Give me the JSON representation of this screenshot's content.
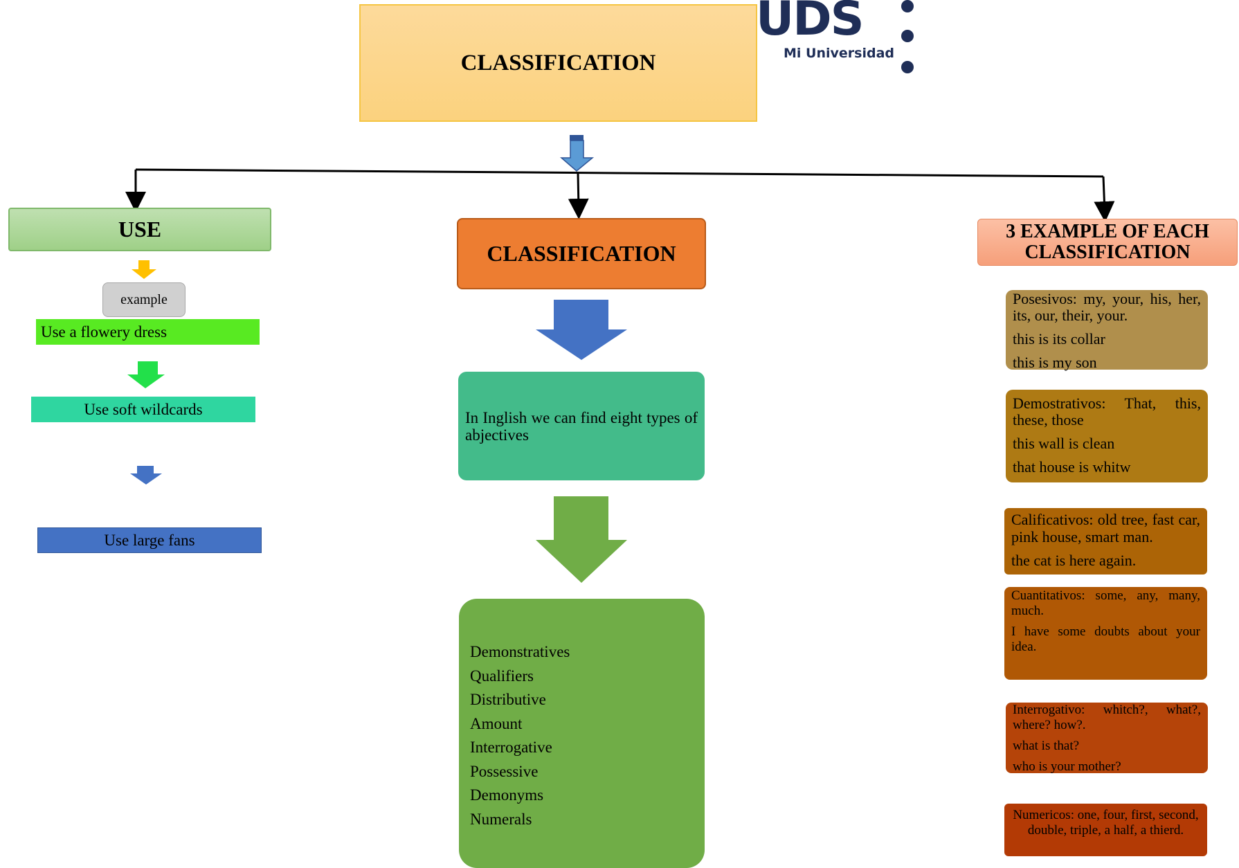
{
  "title": "CLASSIFICATION",
  "logo": {
    "brand": "UDS",
    "tagline": "Mi Universidad"
  },
  "use": {
    "header": "USE",
    "example_label": "example",
    "items": [
      "Use a flowery dress",
      "Use soft wildcards",
      "Use large fans"
    ]
  },
  "classification": {
    "header": "CLASSIFICATION",
    "intro": "In Inglish we can find eight types of abjectives",
    "types": [
      "Demonstratives",
      "Qualifiers",
      "Distributive",
      "Amount",
      "Interrogative",
      "Possessive",
      "Demonyms",
      "Numerals"
    ]
  },
  "examples": {
    "header_line1": "3 EXAMPLE  OF EACH",
    "header_line2": "CLASSIFICATION",
    "boxes": [
      {
        "title": "Posesivos: my, your, his, her, its, our, their, your.",
        "lines": [
          "this is its collar",
          "this is my son"
        ]
      },
      {
        "title": "Demostrativos: That, this, these, those",
        "lines": [
          "this wall is clean",
          "that house is whitw"
        ]
      },
      {
        "title": "Calificativos: old tree, fast car, pink house, smart man.",
        "lines": [
          "the cat is here again."
        ]
      },
      {
        "title": "Cuantitativos: some, any, many, much.",
        "lines": [
          "I have some doubts about your idea."
        ]
      },
      {
        "title": "Interrogativo: whitch?, what?, where? how?.",
        "lines": [
          "what is that?",
          "who is your mother?"
        ]
      },
      {
        "title": "Numericos: one, four, first, second, double, triple, a half, a thierd.",
        "lines": []
      }
    ]
  },
  "colors": {
    "title_fill": "#fbd27e",
    "use_header": "#a9d18e",
    "classification_header": "#ed7d31",
    "intro_box": "#43bb8a",
    "types_box": "#70ad47",
    "examples_header": "#f8b08e",
    "logo_navy": "#1f2e57"
  }
}
